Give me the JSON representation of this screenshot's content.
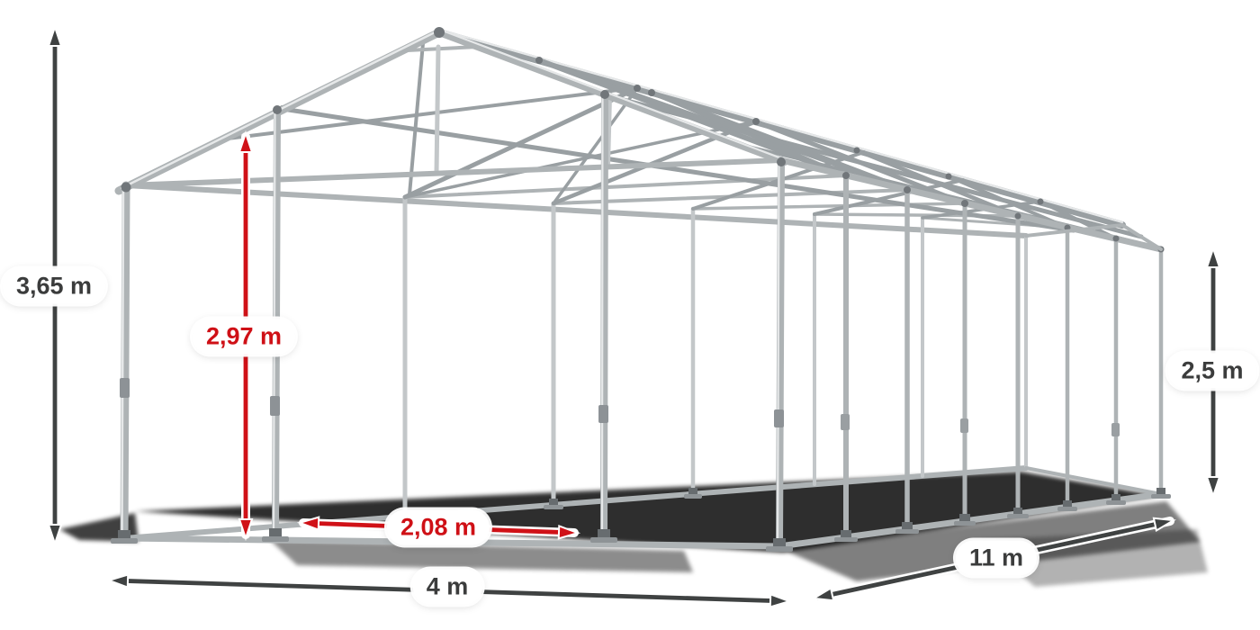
{
  "diagram": {
    "subject": "tent-frame-dimension-diagram",
    "background_color": "#ffffff"
  },
  "palette": {
    "arrow_dark": "#3f4242",
    "arrow_red": "#d01117",
    "frame_gray": "#aeb3b5",
    "label_text_dark": "#3b3c3c",
    "label_text_red": "#cf1016",
    "shadow": "#000000"
  },
  "dimensions": {
    "total_height": {
      "label": "3,65 m",
      "style": "dark",
      "orientation": "vertical"
    },
    "entrance_height": {
      "label": "2,97 m",
      "style": "red",
      "orientation": "vertical"
    },
    "entrance_width": {
      "label": "2,08 m",
      "style": "red",
      "orientation": "horizontal"
    },
    "side_height": {
      "label": "2,5 m",
      "style": "dark",
      "orientation": "vertical"
    },
    "width": {
      "label": "4 m",
      "style": "dark",
      "orientation": "horizontal"
    },
    "length": {
      "label": "11 m",
      "style": "dark",
      "orientation": "diagonal"
    }
  }
}
